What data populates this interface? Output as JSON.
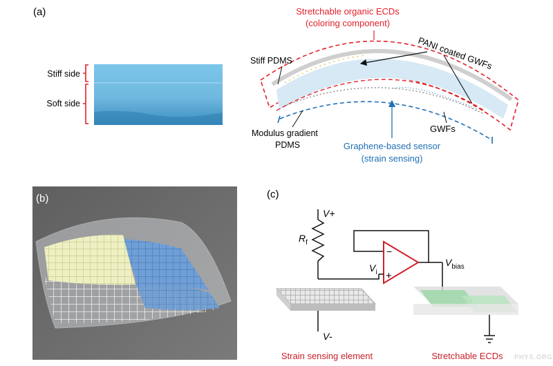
{
  "panel_a": {
    "label": "(a)",
    "photo_labels": {
      "stiff": "Stiff side",
      "soft": "Soft side"
    },
    "title_line1": "Stretchable organic ECDs",
    "title_line2": "(coloring component)",
    "pani_label": "PANI coated GWFs",
    "stiff_pdms": "Stiff PDMS",
    "modulus_line1": "Modulus gradient",
    "modulus_line2": "PDMS",
    "gwfs": "GWFs",
    "sensor_line1": "Graphene-based sensor",
    "sensor_line2": "(strain sensing)",
    "colors": {
      "red": "#e0202a",
      "blue": "#1f6fb5",
      "photo": "#5fb0d8"
    }
  },
  "panel_b": {
    "label": "(b)",
    "colors": {
      "background": "#6b6b6b",
      "yellow": "#f0f0c8",
      "blue": "#6f9fd6"
    }
  },
  "panel_c": {
    "label": "(c)",
    "v_plus": "V+",
    "v_minus": "V-",
    "rf_main": "R",
    "rf_sub": "f",
    "vi_main": "V",
    "vi_sub": "i",
    "vbias_main": "V",
    "vbias_sub": "bias",
    "op_minus": "−",
    "op_plus": "+",
    "strain_label": "Strain sensing element",
    "ecd_label": "Stretchable ECDs",
    "colors": {
      "opamp": "#d01f2a",
      "caption": "#c8202a",
      "ecd": "#9ed8a8"
    }
  },
  "watermark": "PHYS.ORG.COM"
}
